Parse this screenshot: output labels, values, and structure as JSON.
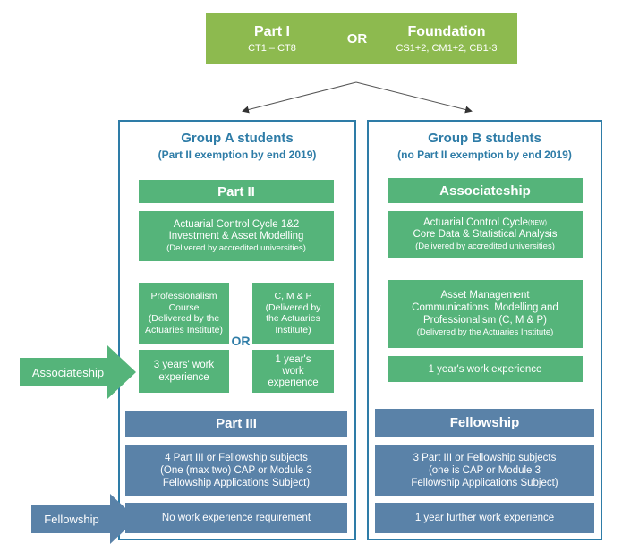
{
  "top": {
    "part1_title": "Part I",
    "part1_sub": "CT1 – CT8",
    "or": "OR",
    "foundation_title": "Foundation",
    "foundation_sub": "CS1+2, CM1+2, CB1-3"
  },
  "group_a": {
    "title": "Group A students",
    "subtitle": "(Part II exemption by end 2019)",
    "part2_label": "Part II",
    "acc": [
      "Actuarial Control Cycle 1&2",
      "Investment & Asset Modelling",
      "(Delivered by accredited universities)"
    ],
    "prof": [
      "Professionalism",
      "Course",
      "(Delivered by the",
      "Actuaries Institute)"
    ],
    "or": "OR",
    "cmp": [
      "C, M & P",
      "(Delivered by",
      "the Actuaries",
      "Institute)"
    ],
    "work3": [
      "3 years' work",
      "experience"
    ],
    "work1": [
      "1 year's",
      "work",
      "experience"
    ],
    "part3_label": "Part III",
    "subjects": [
      "4 Part III or Fellowship subjects",
      "(One (max two) CAP or Module 3",
      "Fellowship Applications Subject)"
    ],
    "nowork": "No work experience requirement"
  },
  "group_b": {
    "title": "Group B students",
    "subtitle": "(no Part II exemption by end 2019)",
    "assoc_label": "Associateship",
    "acc_line1": "Actuarial Control Cycle",
    "acc_new": "(NEW)",
    "acc_line2": "Core Data & Statistical Analysis",
    "acc_line3": "(Delivered by accredited universities)",
    "asset": [
      "Asset Management",
      "Communications, Modelling and",
      "Professionalism (C, M & P)",
      "(Delivered by the Actuaries Institute)"
    ],
    "work1": "1 year's work experience",
    "fellowship_label": "Fellowship",
    "subjects": [
      "3 Part III or Fellowship subjects",
      "(one is CAP or Module 3",
      "Fellowship Applications Subject)"
    ],
    "further": "1 year further work experience"
  },
  "side": {
    "associateship": "Associateship",
    "fellowship": "Fellowship"
  },
  "colors": {
    "light_green": "#8dba4f",
    "green": "#55b47a",
    "blue": "#5a82a8",
    "title_blue": "#2e7ca7"
  }
}
